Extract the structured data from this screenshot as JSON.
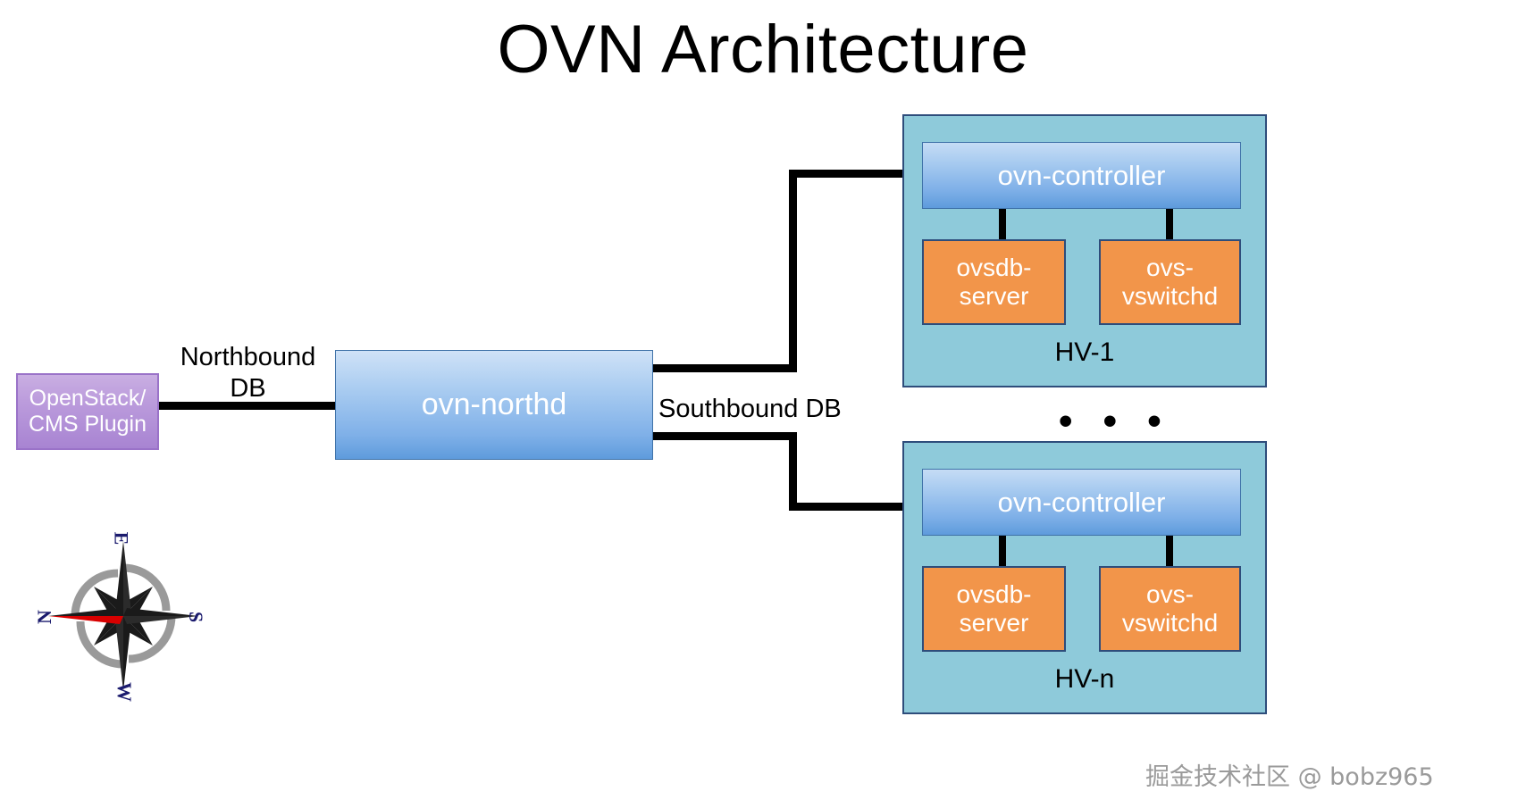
{
  "title": "OVN Architecture",
  "cms": {
    "line1": "OpenStack/",
    "line2": "CMS Plugin"
  },
  "northd": {
    "label": "ovn-northd"
  },
  "links": {
    "northbound_line1": "Northbound",
    "northbound_line2": "DB",
    "southbound": "Southbound DB"
  },
  "hypervisors": [
    {
      "controller": "ovn-controller",
      "ovsdb_line1": "ovsdb-",
      "ovsdb_line2": "server",
      "ovs_line1": "ovs-",
      "ovs_line2": "vswitchd",
      "name": "HV-1"
    },
    {
      "controller": "ovn-controller",
      "ovsdb_line1": "ovsdb-",
      "ovsdb_line2": "server",
      "ovs_line1": "ovs-",
      "ovs_line2": "vswitchd",
      "name": "HV-n"
    }
  ],
  "ellipsis": "• • •",
  "compass": {
    "north": "N",
    "east": "E",
    "south": "S",
    "west": "W"
  },
  "watermark": "掘金技术社区 @ bobz965",
  "colors": {
    "panel": "#8ecada",
    "orange": "#f2954a",
    "purple": "#b99add",
    "blue": "#7fb0e8",
    "border": "#2e4d7b",
    "connector": "#000000",
    "compass_letter": "#1b1b6e",
    "compass_needle": "#d80000"
  }
}
